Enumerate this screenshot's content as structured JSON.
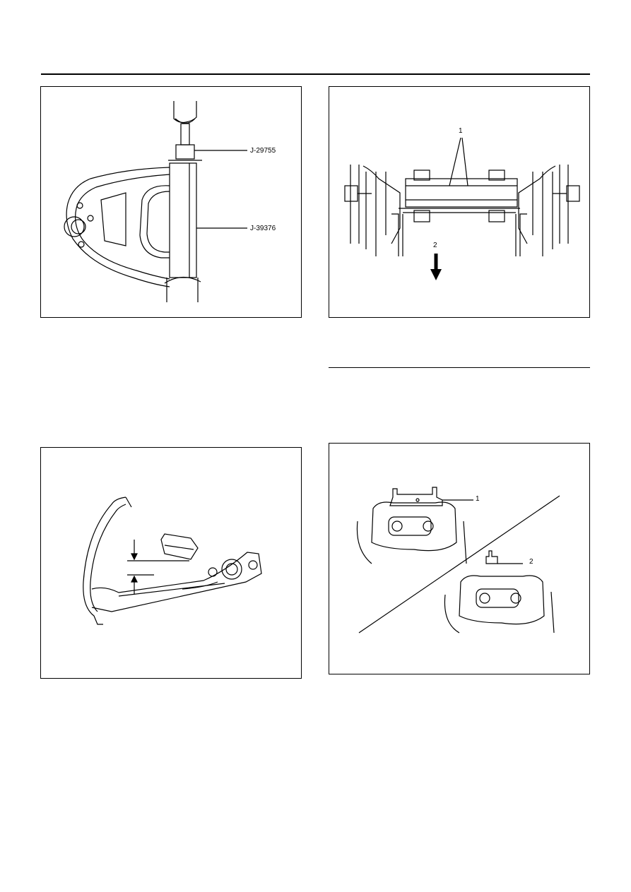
{
  "figures": {
    "fig1": {
      "label_top": "J-29755",
      "label_bottom": "J-39376"
    },
    "fig2": {
      "label_top": "1",
      "label_arrow": "2"
    },
    "fig4": {
      "label_top": "1",
      "label_mid": "2"
    }
  }
}
